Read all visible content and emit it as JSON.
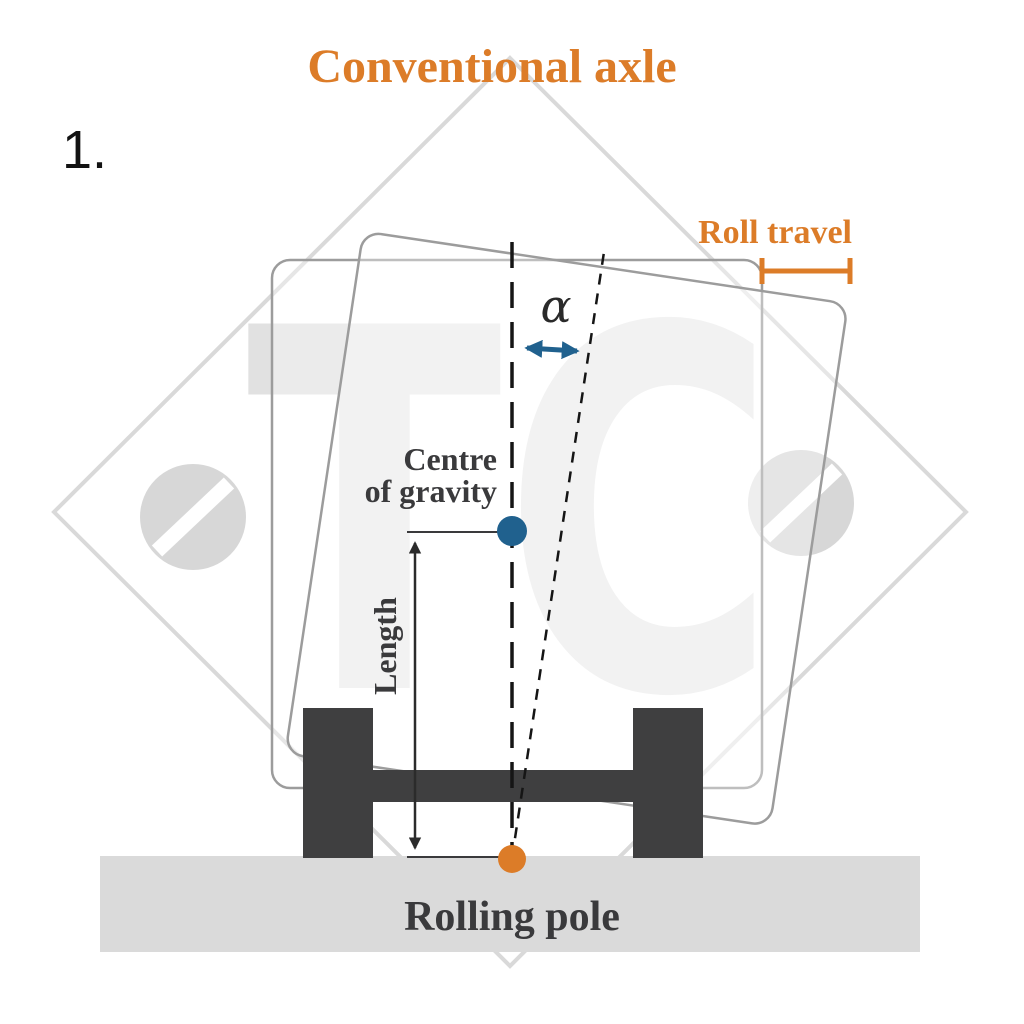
{
  "header": {
    "title": "Conventional axle",
    "step_number": "1."
  },
  "watermark": {
    "letters": "TC"
  },
  "labels": {
    "roll_travel": "Roll travel",
    "alpha": "α",
    "centre_of_gravity": {
      "line1": "Centre",
      "line2": "of gravity"
    },
    "length": "Length",
    "rolling_pole": "Rolling pole"
  },
  "colors": {
    "accent_orange": "#DC7C28",
    "accent_blue": "#20618E",
    "text_dark": "#3A3A3C",
    "axle_dark": "#3F3F40",
    "ground_gray": "#DADADA",
    "watermark_gray": "#D9D9D9",
    "body_outline_gray": "#9C9C9C",
    "dash_black": "#151515"
  }
}
